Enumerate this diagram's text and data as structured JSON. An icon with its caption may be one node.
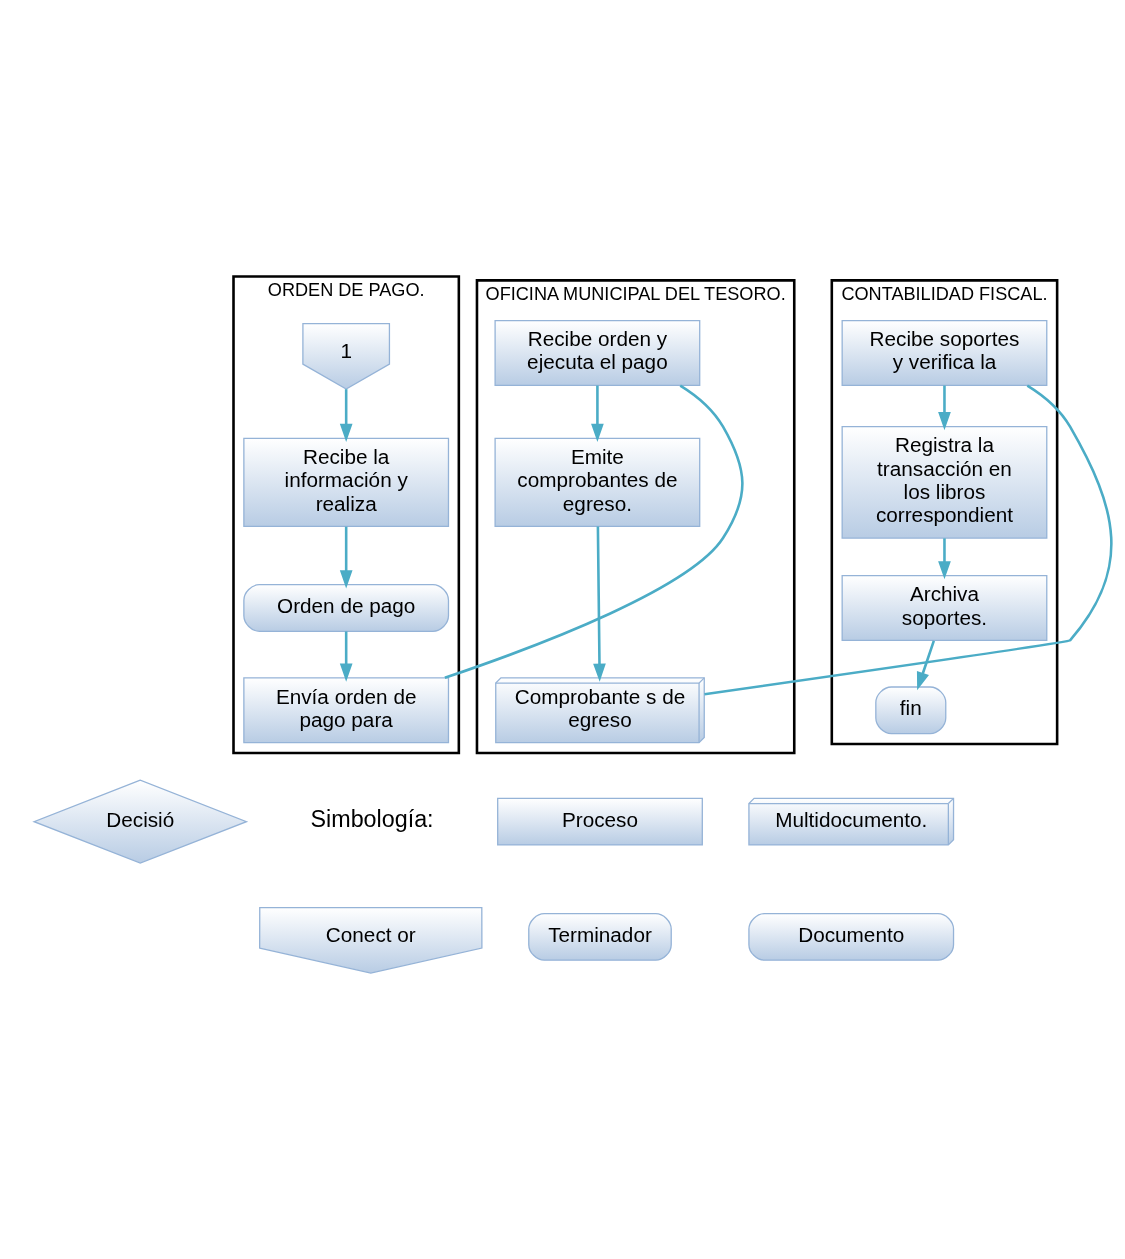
{
  "diagram": {
    "nodes": [
      {
        "text": [
          "ORDEN DE PAGO."
        ]
      },
      {
        "text": [
          "1"
        ],
        "in": 0
      },
      {
        "text": [
          "Recibe la información y realiza"
        ],
        "in": 0
      },
      {
        "text": [
          "Orden de pago"
        ],
        "in": 0
      },
      {
        "text": [
          "Envía orden de pago para"
        ],
        "in": 0
      },
      {
        "text": [
          "OFICINA MUNICIPAL DEL TESORO."
        ]
      },
      {
        "text": [
          "Recibe orden y ejecuta el pago"
        ],
        "in": 5
      },
      {
        "text": [
          "Emite comprobantes de egreso."
        ],
        "in": 5
      },
      {
        "text": [
          "Comprobante s de egreso"
        ],
        "in": 5
      },
      {
        "text": [
          "CONTABILIDAD FISCAL."
        ]
      },
      {
        "text": [
          "Recibe soportes y verifica la"
        ],
        "in": 9
      },
      {
        "text": [
          "Registra la transacción en los libros correspondient"
        ],
        "in": 9
      },
      {
        "text": [
          "Archiva soportes."
        ],
        "in": 9
      },
      {
        "text": [
          "fin"
        ],
        "in": 9
      },
      {
        "text": [
          "Proceso"
        ]
      },
      {
        "text": [
          "Multidocumento."
        ]
      },
      {
        "text": [
          "Decisió"
        ]
      },
      {
        "text": [
          "Conect or"
        ]
      },
      {
        "text": [
          "Terminador"
        ]
      },
      {
        "text": [
          "Documento"
        ]
      }
    ],
    "edges": [
      {
        "from": 1,
        "to": 2,
        "arrow": "to"
      },
      {
        "from": 2,
        "to": 3,
        "arrow": "to"
      },
      {
        "from": 3,
        "to": 4,
        "arrow": "to"
      },
      {
        "from": 4,
        "to": 6,
        "arrow": "none"
      },
      {
        "from": 6,
        "to": 7,
        "arrow": "to"
      },
      {
        "from": 7,
        "to": 8,
        "arrow": "to"
      },
      {
        "from": 8,
        "to": 10,
        "arrow": "none"
      },
      {
        "from": 10,
        "to": 11,
        "arrow": "to"
      },
      {
        "from": 11,
        "to": 12,
        "arrow": "to"
      },
      {
        "from": 12,
        "to": 13,
        "arrow": "to"
      }
    ],
    "labels": [
      "Simbología:"
    ]
  }
}
